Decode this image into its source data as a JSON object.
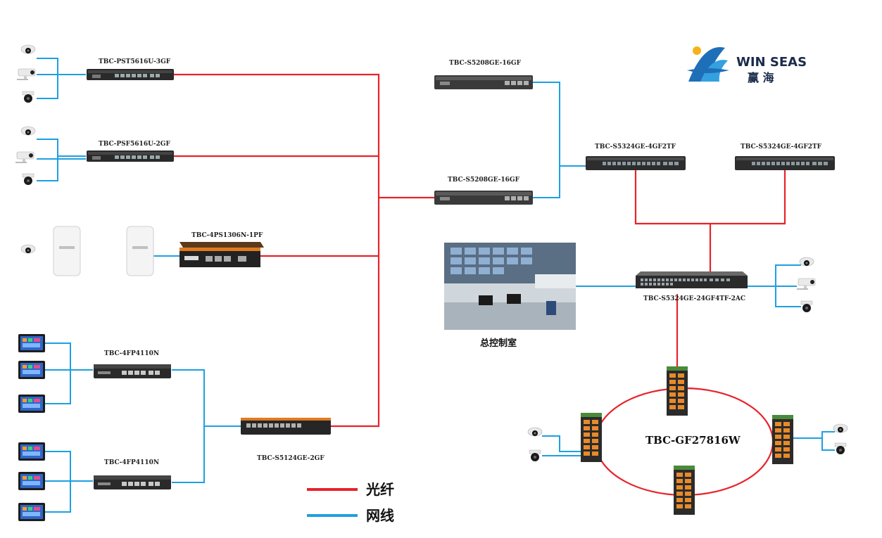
{
  "logo": {
    "name": "WIN SEAS",
    "chinese": "赢 海"
  },
  "devices": {
    "sw_pst1": "TBC-PST5616U-3GF",
    "sw_pst2": "TBC-PSF5616U-2GF",
    "sw_4ps": "TBC-4PS1306N-1PF",
    "sw_4fp1": "TBC-4FP4110N",
    "sw_4fp2": "TBC-4FP4110N",
    "sw_s5124": "TBC-S5124GE-2GF",
    "sw_s5208a": "TBC-S5208GE-16GF",
    "sw_s5208b": "TBC-S5208GE-16GF",
    "sw_s5324a": "TBC-S5324GE-4GF2TF",
    "sw_s5324b": "TBC-S5324GE-4GF2TF",
    "sw_core": "TBC-S5324GE-24GF4TF-2AC",
    "ring": "TBC-GF27816W"
  },
  "control_room": "总控制室",
  "legend": {
    "fiber_label": "光纤",
    "fiber_color": "#e8232a",
    "network_label": "网线",
    "network_color": "#1ea0e0"
  }
}
